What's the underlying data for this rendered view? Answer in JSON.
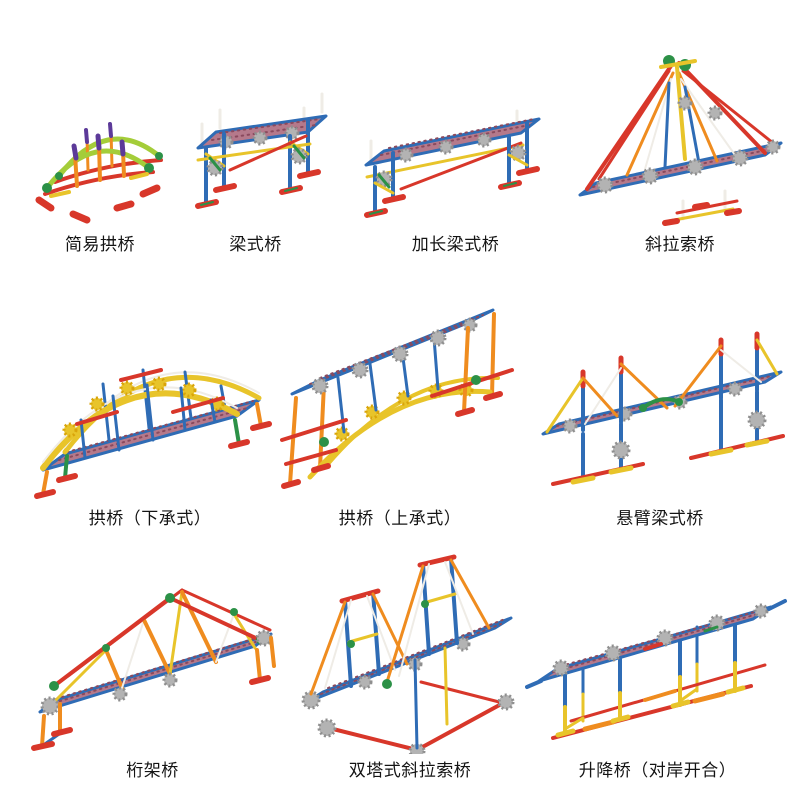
{
  "page": {
    "background": "#ffffff",
    "language": "zh-CN",
    "type": "toy-bridge-model-gallery"
  },
  "palette": {
    "red": "#d8372a",
    "orange": "#ef8c1f",
    "yellow": "#e8c42a",
    "green": "#2c9147",
    "blue": "#2f6cb5",
    "purple": "#5c3a99",
    "lime_arch": "#a4cd39",
    "gray_connector": "#a9a9a9",
    "deck_mauve": "#b5798b",
    "label_text": "#141414"
  },
  "bridges": [
    {
      "label": "简易拱桥",
      "name": "simple-arch-bridge"
    },
    {
      "label": "梁式桥",
      "name": "beam-bridge"
    },
    {
      "label": "加长梁式桥",
      "name": "extended-beam-bridge"
    },
    {
      "label": "斜拉索桥",
      "name": "cable-stayed-bridge"
    },
    {
      "label": "拱桥（下承式）",
      "name": "through-arch-bridge"
    },
    {
      "label": "拱桥（上承式）",
      "name": "deck-arch-bridge"
    },
    {
      "label": "悬臂梁式桥",
      "name": "cantilever-beam-bridge"
    },
    {
      "label": "桁架桥",
      "name": "truss-bridge"
    },
    {
      "label": "双塔式斜拉索桥",
      "name": "double-tower-cable-stayed-bridge"
    },
    {
      "label": "升降桥（对岸开合）",
      "name": "lift-bridge-opposite-bank-opening"
    }
  ]
}
